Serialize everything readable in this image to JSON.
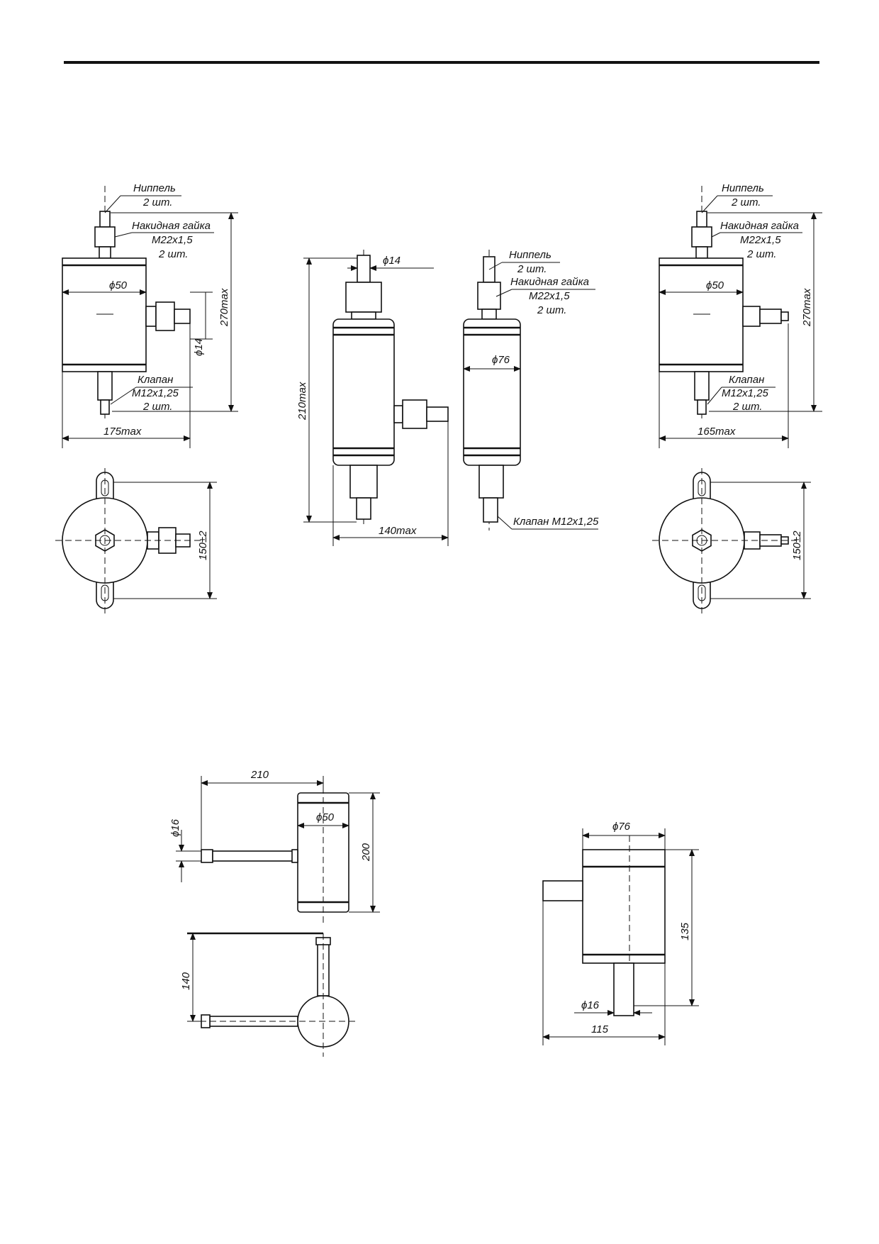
{
  "drawing_1": {
    "nipple_label": "Ниппель",
    "nipple_qty": "2 шт.",
    "nut_label": "Накидная гайка",
    "nut_thread": "M22x1,5",
    "nut_qty": "2 шт.",
    "valve_label": "Клапан",
    "valve_thread": "M12x1,25",
    "valve_qty": "2 шт.",
    "dia_body": "ϕ50",
    "dia_port": "ϕ14",
    "height": "270max",
    "width": "175max",
    "mount": "150±2"
  },
  "drawing_2": {
    "dia_port": "ϕ14",
    "height": "210max",
    "width": "140max"
  },
  "drawing_3": {
    "nipple_label": "Ниппель",
    "nipple_qty": "2 шт.",
    "nut_label": "Накидная гайка",
    "nut_thread": "M22x1,5",
    "nut_qty": "2 шт.",
    "dia_body": "ϕ76",
    "valve_label": "Клапан M12x1,25"
  },
  "drawing_4": {
    "nipple_label": "Ниппель",
    "nipple_qty": "2 шт.",
    "nut_label": "Накидная гайка",
    "nut_thread": "M22x1,5",
    "nut_qty": "2 шт.",
    "valve_label": "Клапан",
    "valve_thread": "M12x1,25",
    "valve_qty": "2 шт.",
    "dia_body": "ϕ50",
    "height": "270max",
    "width": "165max",
    "mount": "150±2"
  },
  "drawing_5": {
    "length": "210",
    "dia_tube": "ϕ16",
    "dia_body": "ϕ50",
    "height": "200",
    "depth": "140"
  },
  "drawing_6": {
    "dia_body": "ϕ76",
    "height": "135",
    "dia_tube": "ϕ16",
    "width": "115"
  }
}
